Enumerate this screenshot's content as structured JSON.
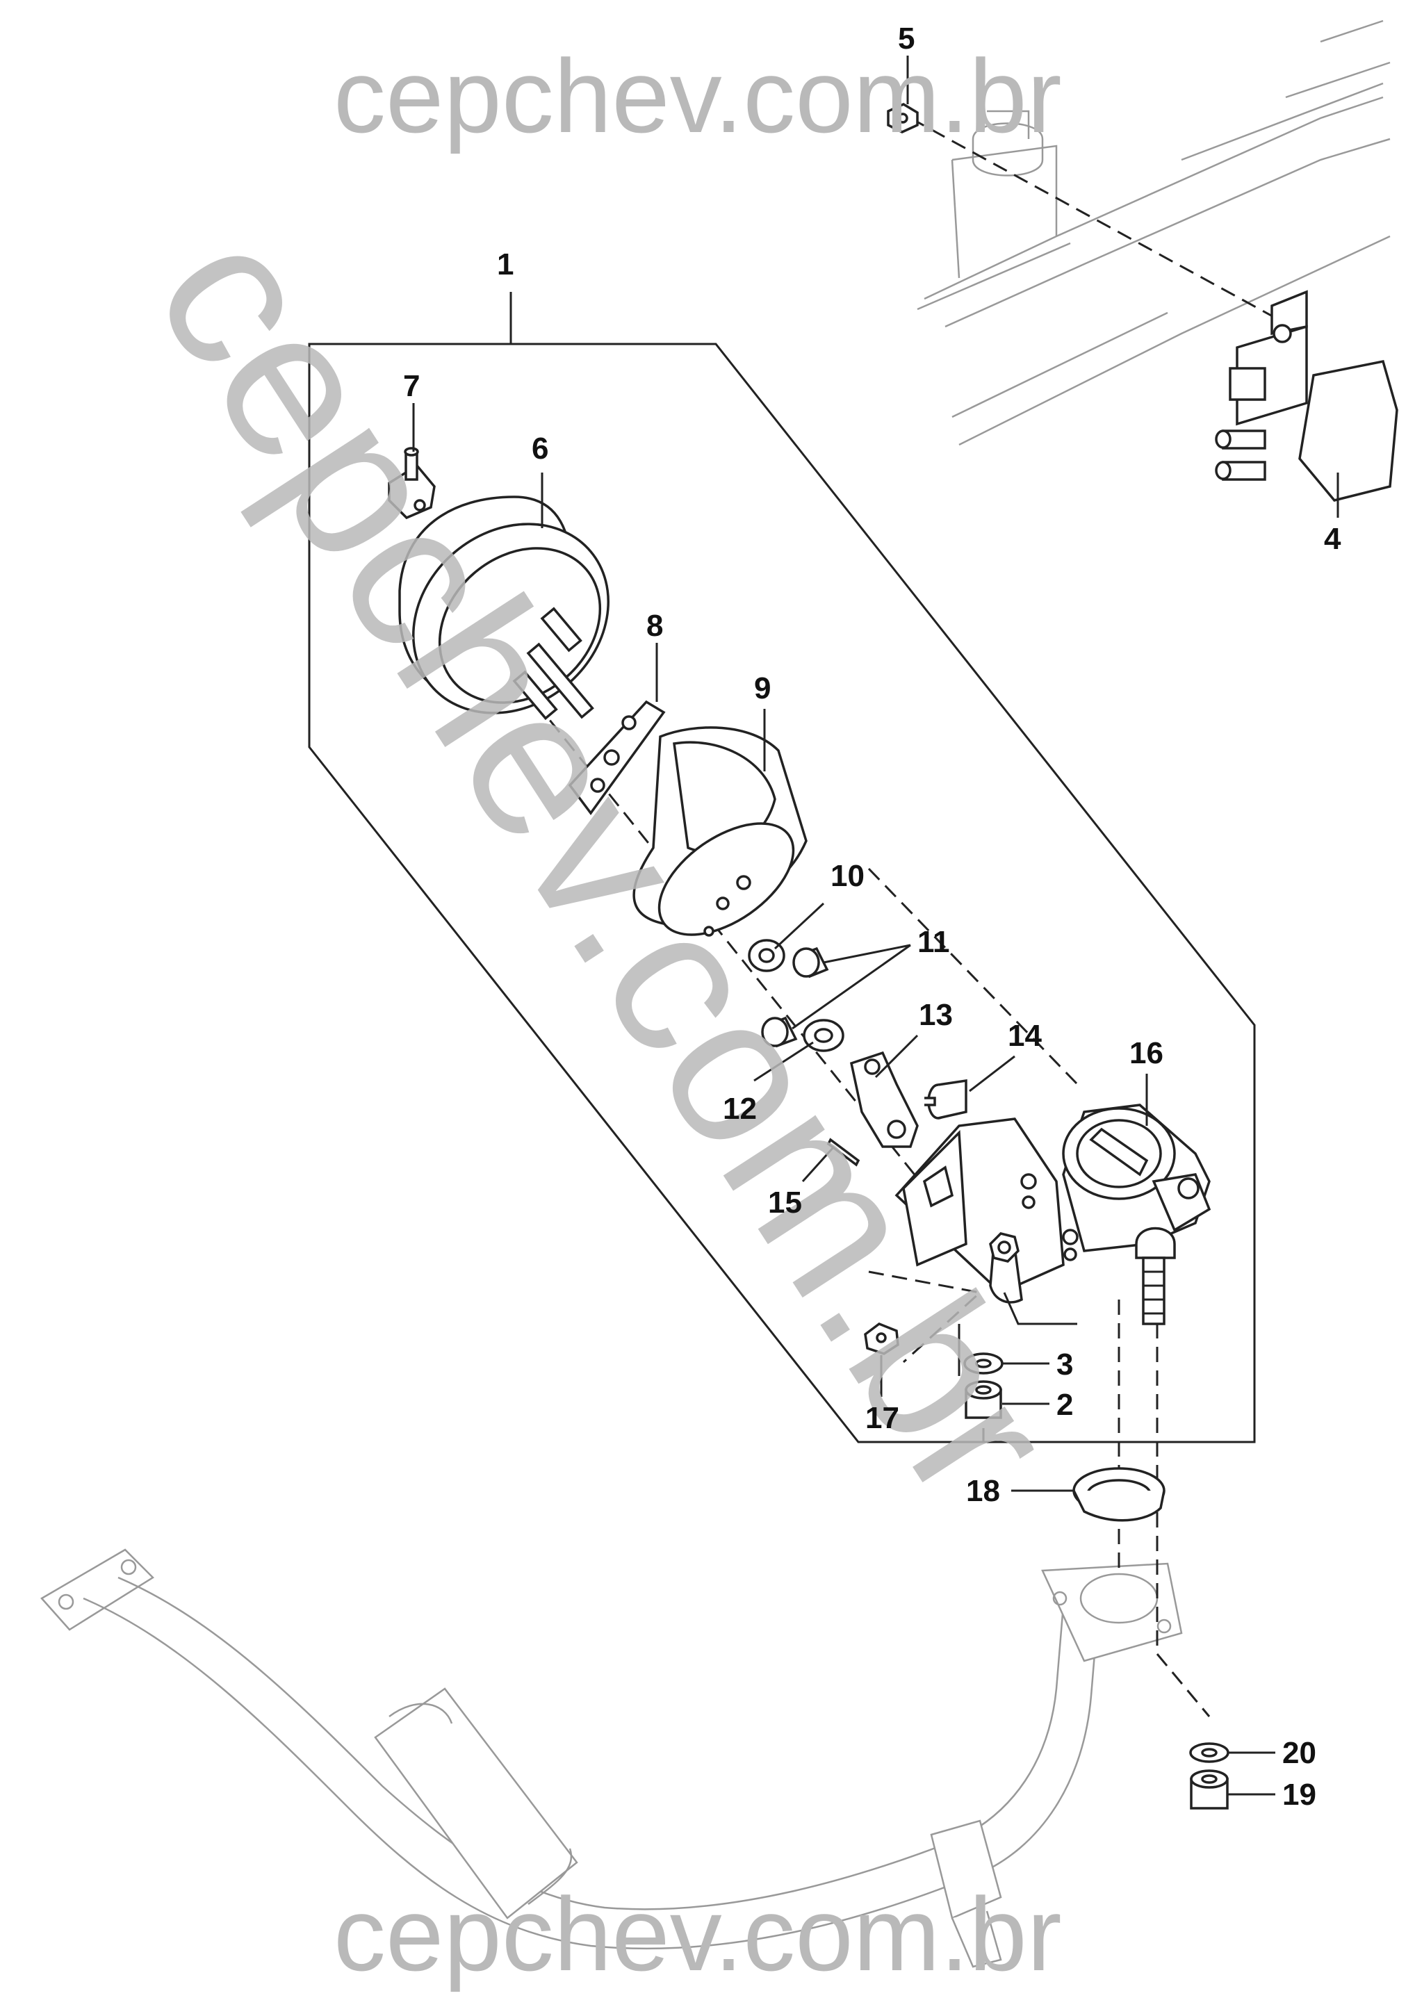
{
  "watermarks": {
    "top": "cepchev.com.br",
    "diagonal": "cepchev.com.br",
    "bottom": "cepchev.com.br"
  },
  "callouts": [
    "1",
    "2",
    "3",
    "4",
    "5",
    "6",
    "7",
    "8",
    "9",
    "10",
    "11",
    "12",
    "13",
    "14",
    "15",
    "16",
    "17",
    "18",
    "19",
    "20"
  ]
}
